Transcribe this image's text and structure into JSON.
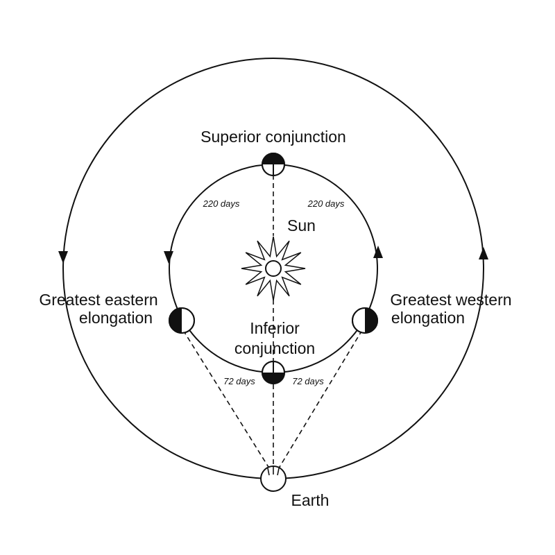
{
  "labels": {
    "superior_conjunction": "Superior conjunction",
    "sun": "Sun",
    "inferior_conjunction_line1": "Inferior",
    "inferior_conjunction_line2": "conjunction",
    "greatest_eastern_line1": "Greatest eastern",
    "greatest_eastern_line2": "elongation",
    "greatest_western_line1": "Greatest western",
    "greatest_western_line2": "elongation",
    "earth": "Earth"
  },
  "durations": {
    "upper_left": "220 days",
    "upper_right": "220 days",
    "lower_left": "72 days",
    "lower_right": "72 days"
  },
  "colors": {
    "ink": "#111111",
    "background": "#ffffff"
  }
}
